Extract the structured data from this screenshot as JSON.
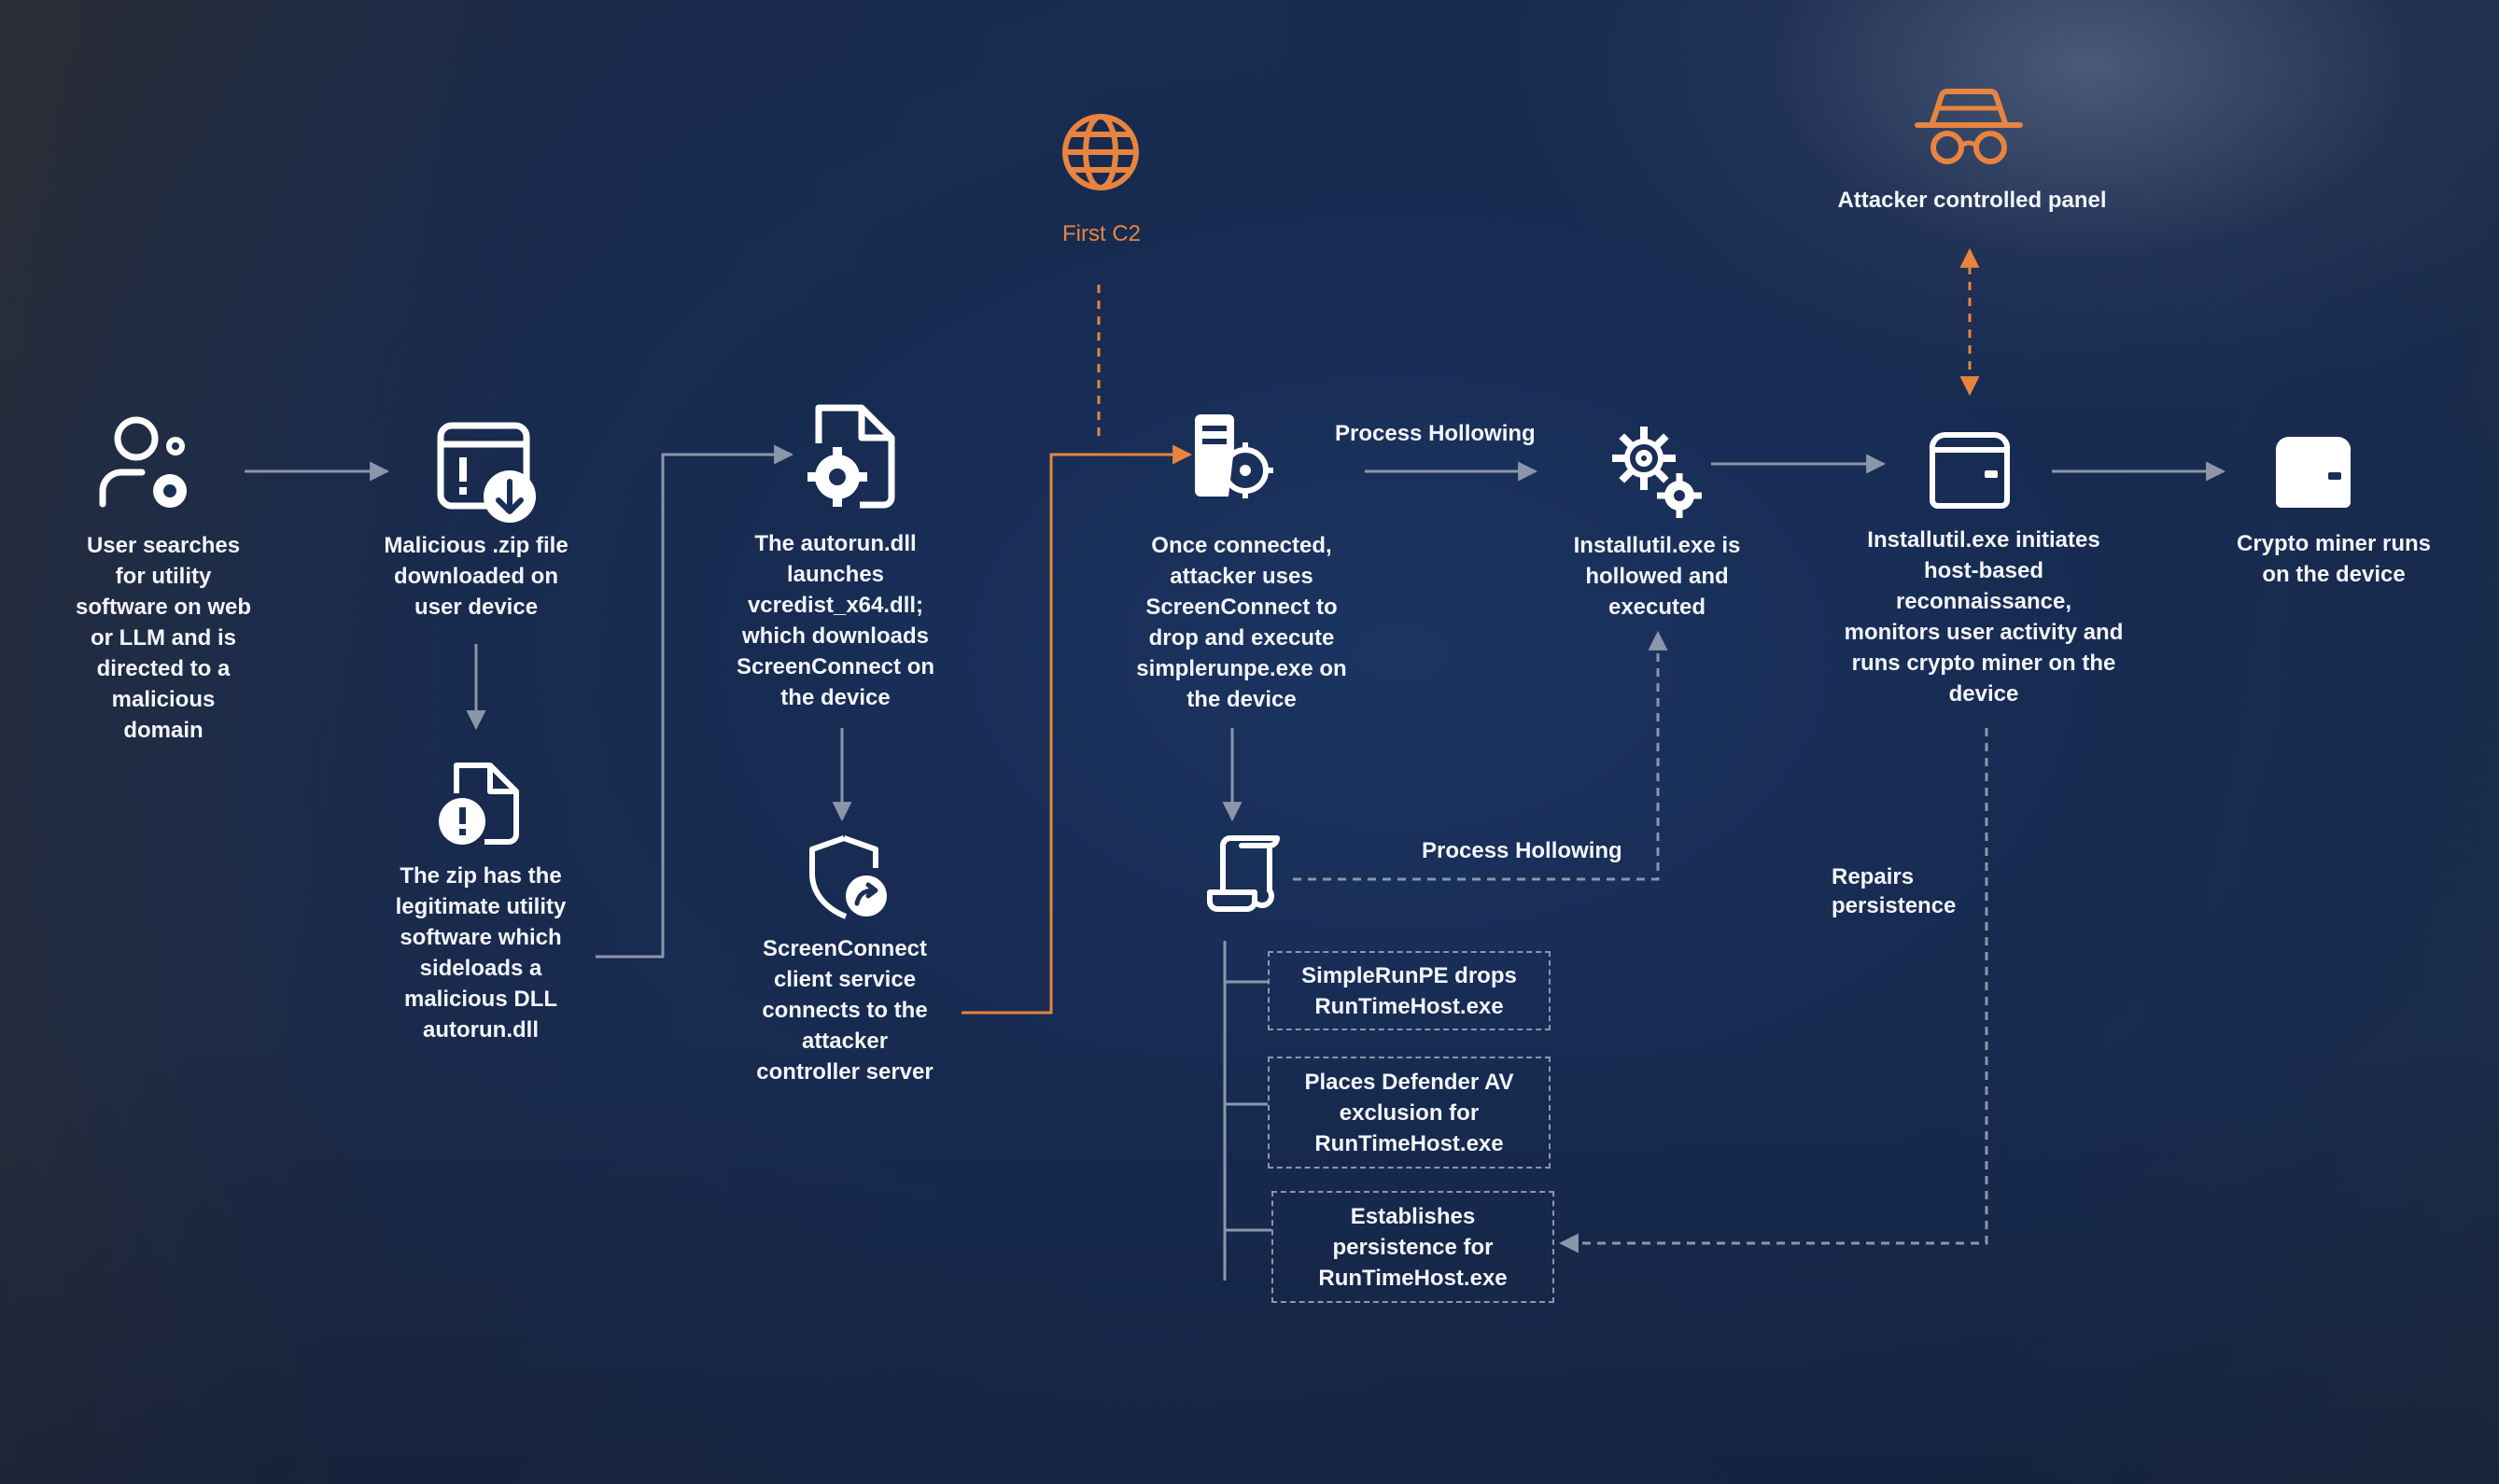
{
  "nodes": {
    "user_search": "User searches\nfor utility\nsoftware on web\nor LLM and is\ndirected to a\nmalicious\ndomain",
    "zip_download": "Malicious .zip file\ndownloaded on\nuser device",
    "zip_contents": "The zip has the\nlegitimate utility\nsoftware which\nsideloads a\nmalicious DLL\nautorun.dll",
    "autorun_dll": "The autorun.dll\nlaunches\nvcredist_x64.dll;\nwhich downloads\nScreenConnect on\nthe device",
    "screenconnect_client": "ScreenConnect\nclient service\nconnects to the\nattacker\ncontroller server",
    "first_c2": "First C2",
    "attacker_drop": "Once connected,\nattacker uses\nScreenConnect to\ndrop and execute\nsimplerunpe.exe on\nthe device",
    "installutil_hollowed": "Installutil.exe is\nhollowed and\nexecuted",
    "installutil_recon": "Installutil.exe initiates\nhost-based\nreconnaissance,\nmonitors user activity and\nruns crypto miner on the\ndevice",
    "attacker_panel": "Attacker controlled panel",
    "crypto_miner": "Crypto miner runs\non the device"
  },
  "edges": {
    "process_hollowing_top": "Process Hollowing",
    "process_hollowing_bottom": "Process Hollowing",
    "repairs_persistence": "Repairs\npersistence"
  },
  "steps": [
    "SimpleRunPE drops\nRunTimeHost.exe",
    "Places Defender AV\nexclusion for\nRunTimeHost.exe",
    "Establishes\npersistence for\nRunTimeHost.exe"
  ],
  "colors": {
    "accent_orange": "#e8843f",
    "line_gray": "#8c96aa",
    "icon_white": "#ffffff"
  },
  "icons": {
    "user_search": "user-gear-icon",
    "zip_download": "window-download-icon",
    "zip_contents": "file-warning-icon",
    "autorun_dll": "file-gear-icon",
    "screenconnect_client": "shield-redirect-icon",
    "first_c2": "globe-icon",
    "attacker_drop": "server-target-icon",
    "installutil_hollowed": "gears-icon",
    "installutil_recon": "wallet-icon",
    "attacker_panel": "spy-icon",
    "crypto_miner": "wallet-icon",
    "script": "script-scroll-icon"
  }
}
